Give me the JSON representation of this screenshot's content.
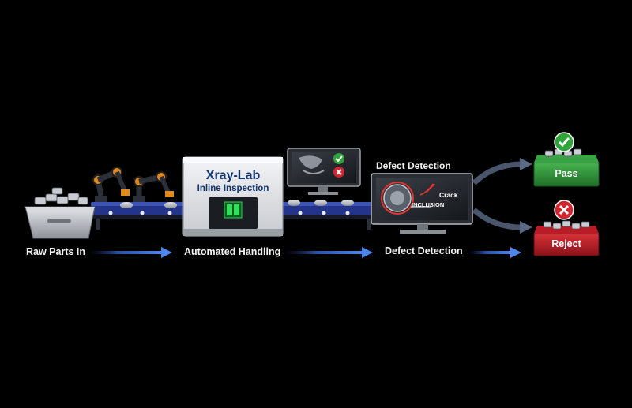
{
  "stages": {
    "raw_parts_in": "Raw Parts In",
    "automated_handling": "Automated Handling",
    "defect_detection_bottom": "Defect Detection"
  },
  "machine": {
    "title_line1": "Xray-Lab",
    "title_line2": "Inline Inspection"
  },
  "monitor": {
    "heading": "Defect Detection",
    "crack_label": "Crack",
    "inclusion_label": "INCLUSION"
  },
  "bins": {
    "pass_label": "Pass",
    "reject_label": "Reject"
  },
  "colors": {
    "machine_blue": "#1d3f7a",
    "conveyor_blue": "#2a3f9a",
    "pass_green": "#2f9a3a",
    "reject_red": "#c0202a",
    "arrow_blue": "#3d6fd1",
    "robot_orange": "#e08a1e"
  },
  "icons": {
    "pass_badge": "check-icon",
    "reject_badge": "x-icon"
  }
}
